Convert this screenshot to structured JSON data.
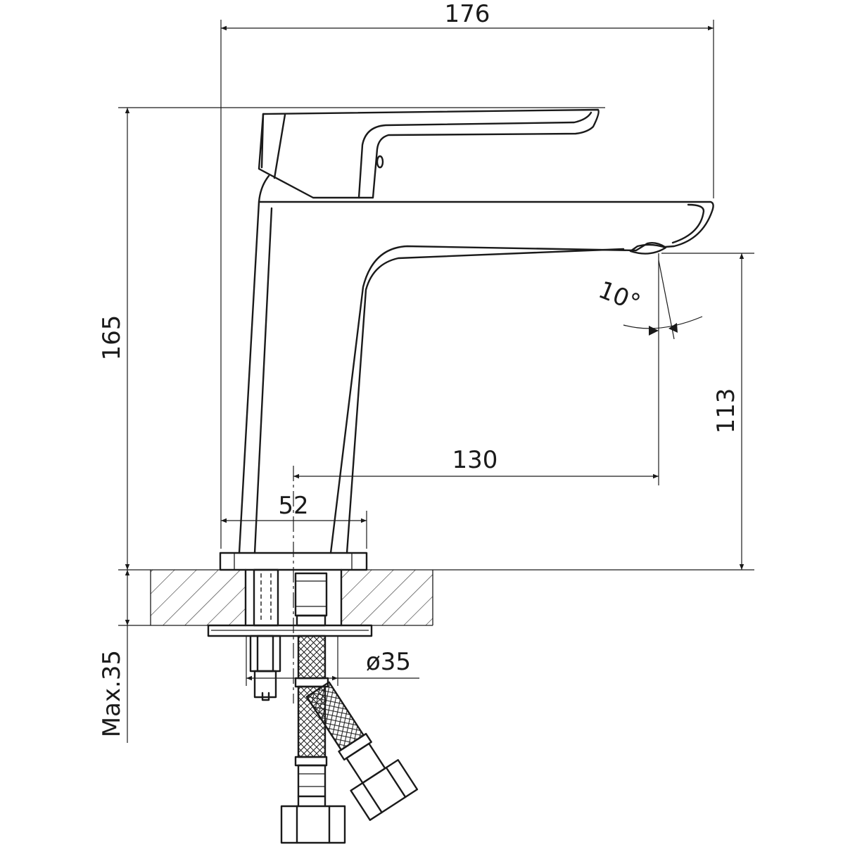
{
  "dimensions": {
    "overall_width": "176",
    "overall_height": "165",
    "spout_height": "113",
    "spout_reach": "130",
    "body_base_width": "52",
    "spout_angle": "10°",
    "hose_diameter": "ø35",
    "max_counter_thickness": "Max.35"
  }
}
